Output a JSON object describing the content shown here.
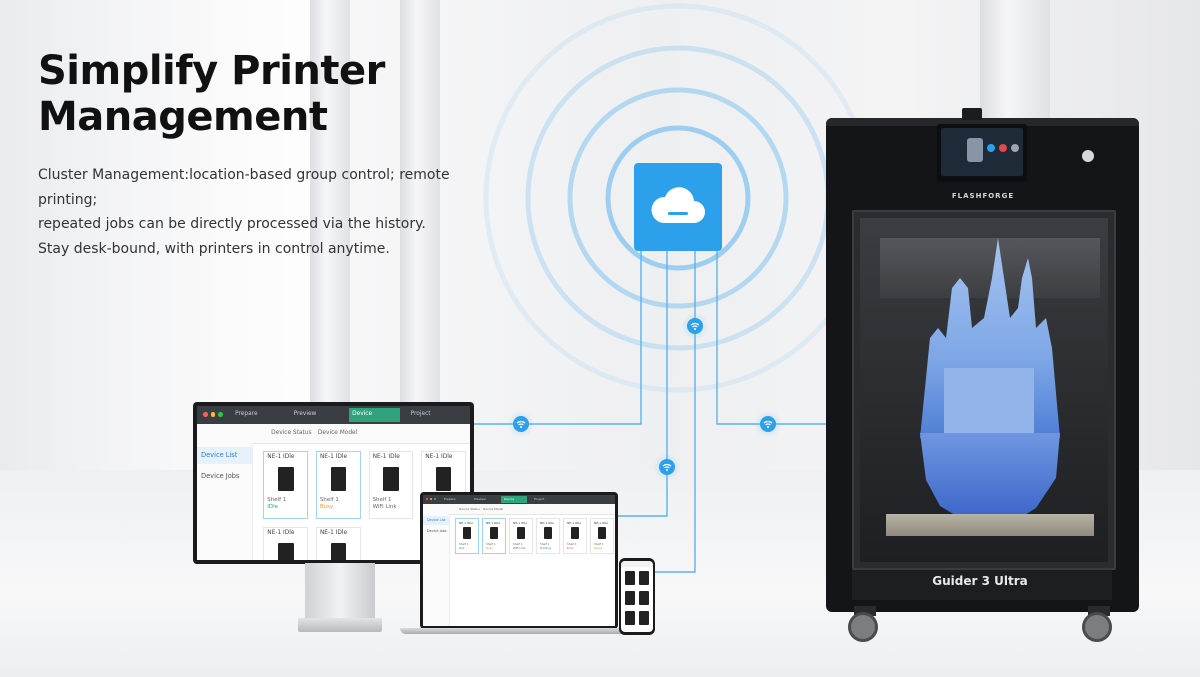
{
  "hero": {
    "title_line1": "Simplify Printer",
    "title_line2": "Management",
    "description": [
      "Cluster Management:location-based group control; remote printing;",
      "repeated jobs can be directly processed via the history.",
      "Stay desk-bound, with printers in control anytime."
    ]
  },
  "cloud": {
    "icon": "cloud-icon"
  },
  "wifi_icon": "wifi-icon",
  "printer": {
    "brand": "FLASHFORGE",
    "model": "Guider 3 Ultra"
  },
  "app": {
    "tabs": [
      "Prepare",
      "Preview",
      "Device",
      "Project"
    ],
    "active_tab": "Device",
    "toolbar_filters": [
      "Device Status",
      "Device Model"
    ],
    "sidebar": [
      "Device List",
      "Device Jobs"
    ],
    "cards": [
      {
        "name": "NE-1 IDle",
        "shelf": "Shelf 1",
        "status": "IDle",
        "status_color": "#2fa37b"
      },
      {
        "name": "NE-1 IDle",
        "shelf": "Shelf 1",
        "status": "Busy",
        "status_color": "#e59a2b"
      },
      {
        "name": "NE-1 IDle",
        "shelf": "Shelf 1",
        "status": "WiFi Link",
        "status_color": "#666666"
      },
      {
        "name": "NE-1 IDle",
        "shelf": "Shelf 1",
        "status": "Printing",
        "status_color": "#2a7fd0"
      },
      {
        "name": "NE-1 IDle",
        "shelf": "Shelf 1",
        "status": "Error",
        "status_color": "#e24a4a"
      },
      {
        "name": "NE-1 IDle",
        "shelf": "Shelf 1",
        "status": "Pause",
        "status_color": "#e59a2b"
      }
    ]
  },
  "colors": {
    "accent": "#2ca0ea",
    "connector": "#5bb3ec",
    "model_blue": "#7aa6e6",
    "printer_body": "#141518"
  }
}
